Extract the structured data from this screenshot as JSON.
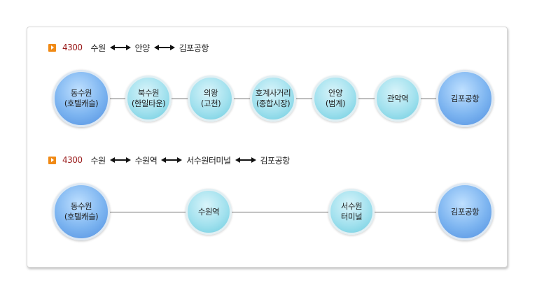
{
  "colors": {
    "route_number": "#9a1b1b",
    "bullet": "#f08a16",
    "terminal_node": "#7cb4f0",
    "stop_node": "#a2e1ee"
  },
  "routes": [
    {
      "number": "4300",
      "path": [
        "수원",
        "안양",
        "김포공항"
      ],
      "stops": [
        {
          "label": "동수원\n(호텔캐슬)",
          "type": "terminal"
        },
        {
          "label": "북수원\n(한일타운)",
          "type": "stop"
        },
        {
          "label": "의왕\n(고천)",
          "type": "stop"
        },
        {
          "label": "호계사거리\n(종합시장)",
          "type": "stop"
        },
        {
          "label": "안양\n(범계)",
          "type": "stop"
        },
        {
          "label": "관악역",
          "type": "stop"
        },
        {
          "label": "김포공항",
          "type": "terminal"
        }
      ]
    },
    {
      "number": "4300",
      "path": [
        "수원",
        "수원역",
        "서수원터미널",
        "김포공항"
      ],
      "stops": [
        {
          "label": "동수원\n(호텔캐슬)",
          "type": "terminal"
        },
        {
          "label": "수원역",
          "type": "stop"
        },
        {
          "label": "서수원\n터미널",
          "type": "stop"
        },
        {
          "label": "김포공항",
          "type": "terminal"
        }
      ]
    }
  ]
}
